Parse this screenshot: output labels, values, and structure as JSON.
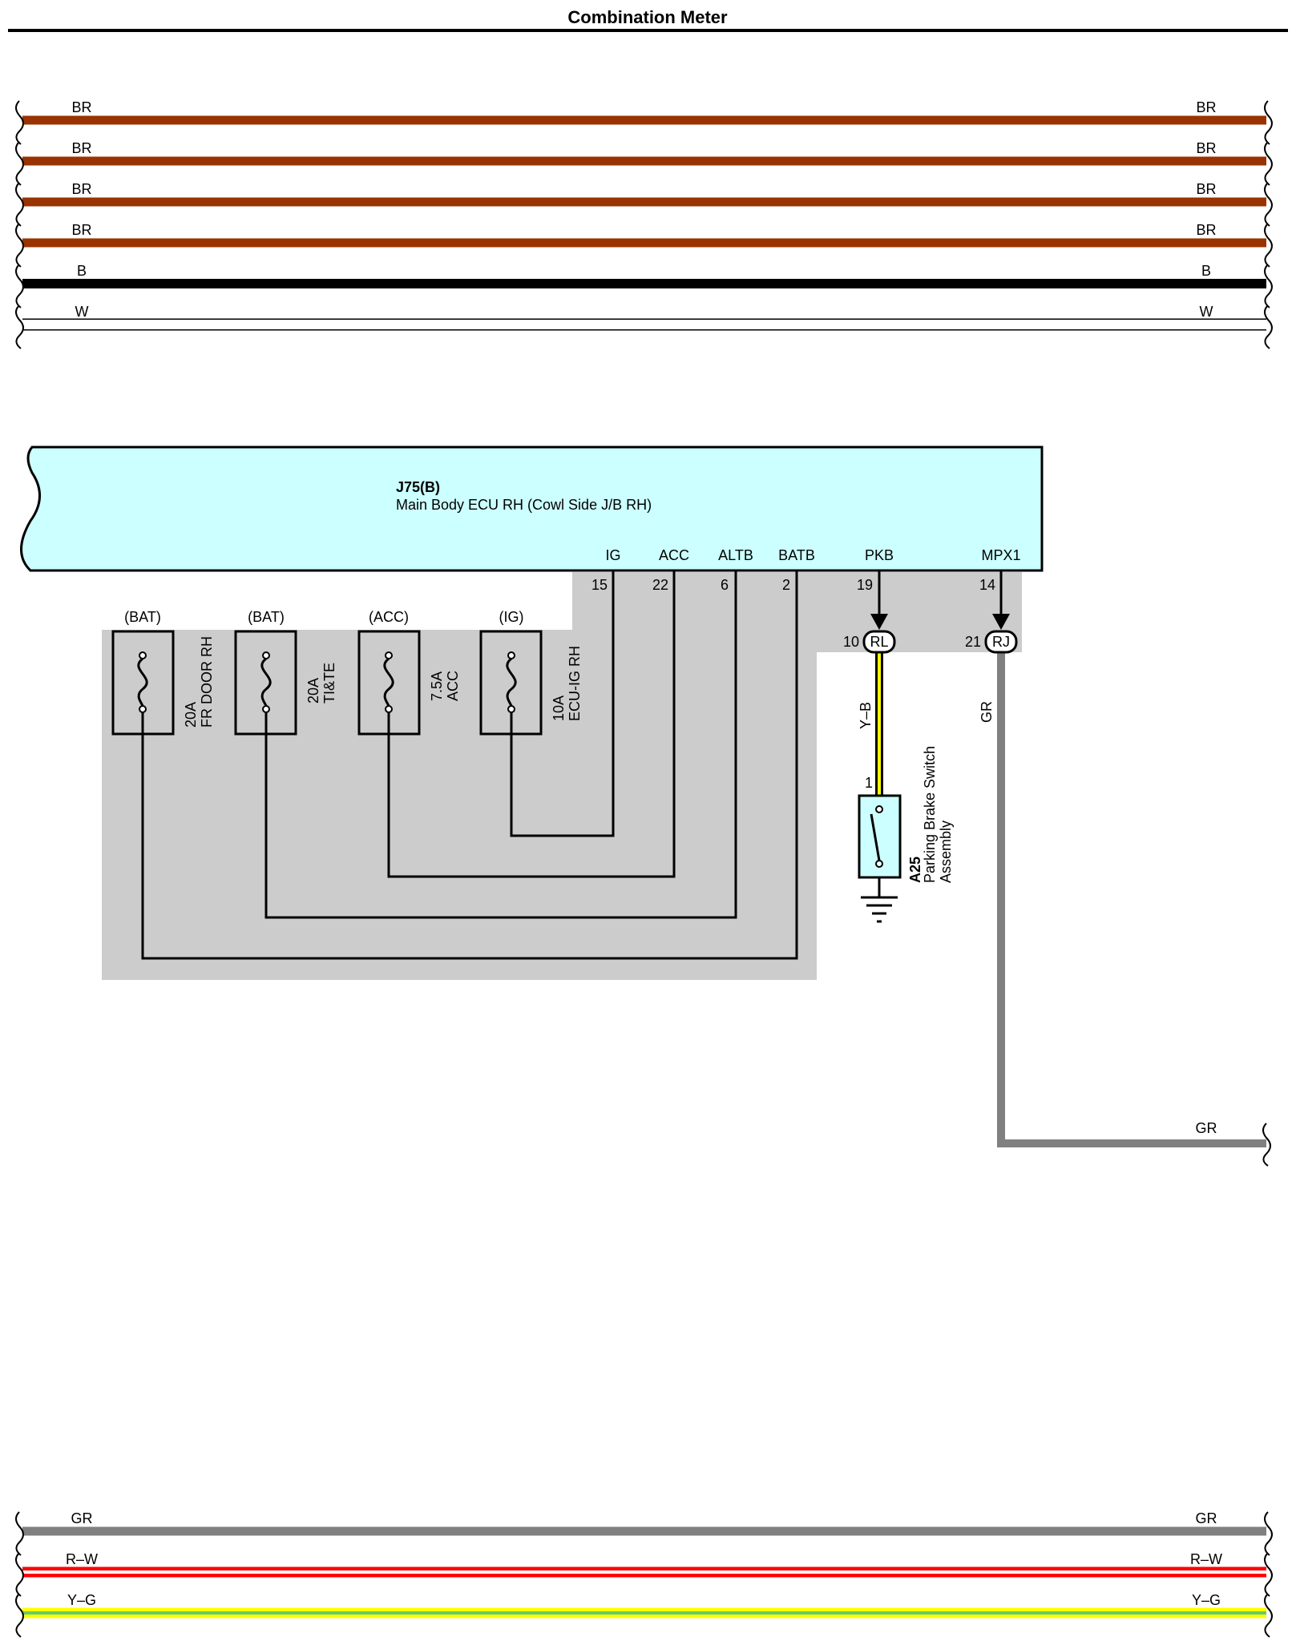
{
  "page": {
    "title": "Combination Meter"
  },
  "colors": {
    "BR": "#993300",
    "B": "#000000",
    "W": "#ffffff",
    "GR": "#808080",
    "R-W_base": "#ffffff",
    "R-W_stripe": "#ff0000",
    "Y-G_base": "#ffff00",
    "Y-G_stripe": "#66cc66",
    "Y-B_base": "#000000",
    "Y-B_stripe": "#ffff00",
    "ecu_fill": "#ccffff",
    "junction_fill": "#cccccc"
  },
  "top_wires": [
    {
      "code": "BR",
      "left_label": "BR",
      "right_label": "BR"
    },
    {
      "code": "BR",
      "left_label": "BR",
      "right_label": "BR"
    },
    {
      "code": "BR",
      "left_label": "BR",
      "right_label": "BR"
    },
    {
      "code": "BR",
      "left_label": "BR",
      "right_label": "BR"
    },
    {
      "code": "B",
      "left_label": "B",
      "right_label": "B"
    },
    {
      "code": "W",
      "left_label": "W",
      "right_label": "W"
    }
  ],
  "ecu": {
    "id": "J75(B)",
    "name": "Main Body ECU RH (Cowl Side J/B RH)",
    "pins": [
      {
        "name": "IG",
        "number": "15"
      },
      {
        "name": "ACC",
        "number": "22"
      },
      {
        "name": "ALTB",
        "number": "6"
      },
      {
        "name": "BATB",
        "number": "2"
      },
      {
        "name": "PKB",
        "number": "19"
      },
      {
        "name": "MPX1",
        "number": "14"
      }
    ]
  },
  "fuses": [
    {
      "supply": "(BAT)",
      "rating": "20A",
      "name": "FR DOOR RH"
    },
    {
      "supply": "(BAT)",
      "rating": "20A",
      "name": "TI&TE"
    },
    {
      "supply": "(ACC)",
      "rating": "7.5A",
      "name": "ACC"
    },
    {
      "supply": "(IG)",
      "rating": "10A",
      "name": "ECU-IG RH"
    }
  ],
  "connectors": [
    {
      "code": "RL",
      "pin": "10"
    },
    {
      "code": "RJ",
      "pin": "21"
    }
  ],
  "wires": {
    "pkb_wire": "Y–B",
    "mpx_wire": "GR",
    "mpx_exit": "GR"
  },
  "switch": {
    "id": "A25",
    "name_line1": "Parking Brake Switch",
    "name_line2": "Assembly",
    "pin": "1"
  },
  "bottom_wires": [
    {
      "code": "GR",
      "left_label": "GR",
      "right_label": "GR"
    },
    {
      "code": "R-W",
      "left_label": "R–W",
      "right_label": "R–W"
    },
    {
      "code": "Y-G",
      "left_label": "Y–G",
      "right_label": "Y–G"
    }
  ]
}
